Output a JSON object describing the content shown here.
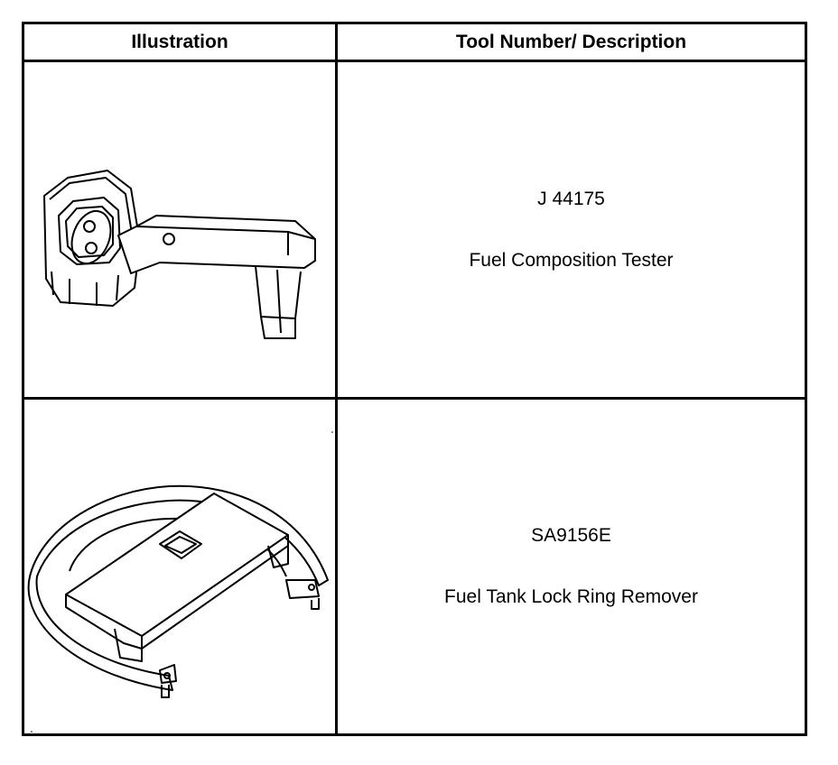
{
  "table": {
    "headers": {
      "illustration": "Illustration",
      "description": "Tool Number/ Description"
    },
    "rows": [
      {
        "tool_number": "J 44175",
        "description": "Fuel Composition Tester",
        "illustration_icon": "fuel-composition-tester-icon"
      },
      {
        "tool_number": "SA9156E",
        "description": "Fuel Tank Lock Ring Remover",
        "illustration_icon": "lock-ring-remover-icon"
      }
    ]
  }
}
